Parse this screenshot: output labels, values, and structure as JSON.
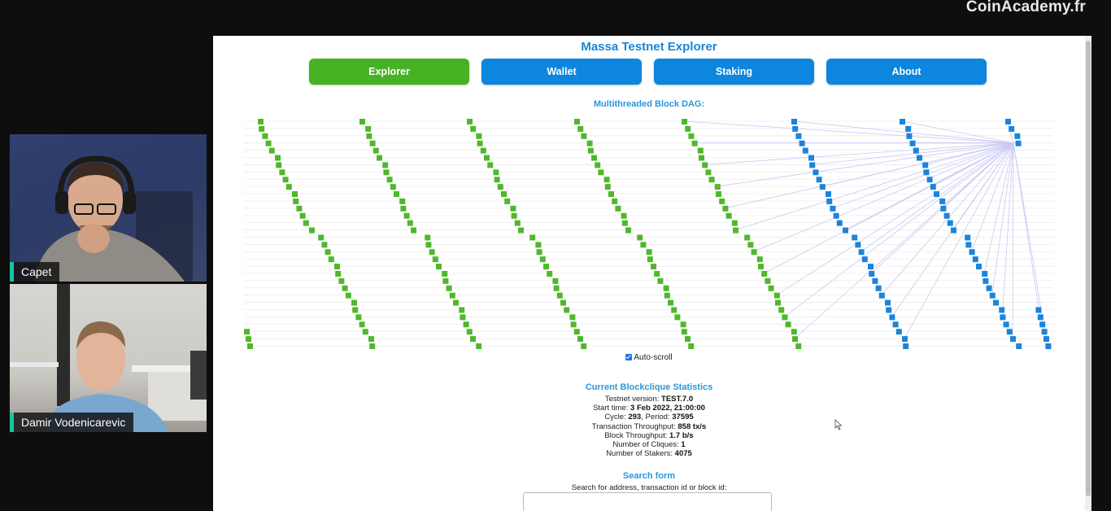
{
  "watermark": "CoinAcademy.fr",
  "participants": [
    {
      "name": "Capet"
    },
    {
      "name": "Damir Vodenicarevic"
    }
  ],
  "site": {
    "title": "Massa Testnet Explorer",
    "nav": [
      {
        "label": "Explorer",
        "active": true
      },
      {
        "label": "Wallet",
        "active": false
      },
      {
        "label": "Staking",
        "active": false
      },
      {
        "label": "About",
        "active": false
      }
    ],
    "colors": {
      "active_tab": "#46b224",
      "tab": "#0c86de",
      "title": "#1a85d8",
      "final_block": "#4fb82a",
      "pending_block": "#1a84dc",
      "link": "#c9c9f2"
    }
  },
  "dag": {
    "title": "Multithreaded Block DAG:",
    "autoscroll_label": "Auto-scroll",
    "autoscroll_checked": true,
    "threads": 32
  },
  "stats": {
    "title": "Current Blockclique Statistics",
    "testnet_version_label": "Testnet version:",
    "testnet_version": "TEST.7.0",
    "start_time_label": "Start time:",
    "start_time": "3 Feb 2022, 21:00:00",
    "cycle_label": "Cycle:",
    "cycle": "293",
    "period_label": ", Period:",
    "period": "37595",
    "tx_throughput_label": "Transaction Throughput:",
    "tx_throughput": "858 tx/s",
    "block_throughput_label": "Block Throughput:",
    "block_throughput": "1.7 b/s",
    "cliques_label": "Number of Cliques:",
    "cliques": "1",
    "stakers_label": "Number of Stakers:",
    "stakers": "4075"
  },
  "search": {
    "title": "Search form",
    "label": "Search for address, transaction id or block id:",
    "value": ""
  }
}
